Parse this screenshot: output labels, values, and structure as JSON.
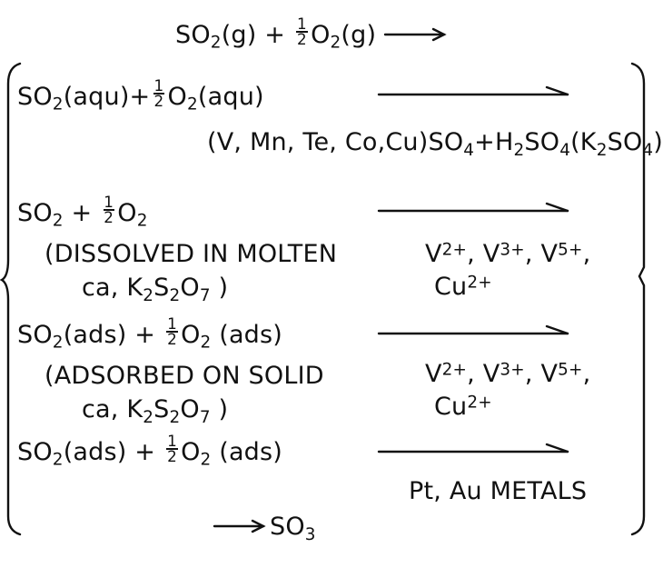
{
  "top_reaction": {
    "so2": "SO",
    "so2_sub": "2",
    "so2_phase": "(g) +",
    "frac_num": "1",
    "frac_den": "2",
    "o2": "O",
    "o2_sub": "2",
    "o2_phase": "(g)"
  },
  "row1": {
    "so2": "SO",
    "so2_sub": "2",
    "so2_phase": "(aqu)+",
    "frac_num": "1",
    "frac_den": "2",
    "o2": "O",
    "o2_sub": "2",
    "o2_phase": "(aqu)",
    "catalyst_a": "(V, Mn, Te, Co,Cu)SO",
    "catalyst_a_sub": "4",
    "catalyst_b": "+H",
    "catalyst_b_sub": "2",
    "catalyst_c": "SO",
    "catalyst_c_sub": "4",
    "catalyst_d": "(K",
    "catalyst_d_sub": "2",
    "catalyst_e": "SO",
    "catalyst_e_sub": "4",
    "catalyst_f": ")"
  },
  "row2": {
    "so2": "SO",
    "so2_sub": "2",
    "plus": " + ",
    "frac_num": "1",
    "frac_den": "2",
    "o2": "O",
    "o2_sub": "2",
    "note_line1": "(DISSOLVED IN MOLTEN",
    "note_line2_a": "ca, K",
    "note_line2_sub1": "2",
    "note_line2_b": "S",
    "note_line2_sub2": "2",
    "note_line2_c": "O",
    "note_line2_sub3": "7",
    "note_line2_d": " )",
    "ions_line1": [
      {
        "base": "V",
        "sup": "2+",
        "sep": ", "
      },
      {
        "base": "V",
        "sup": "3+",
        "sep": ", "
      },
      {
        "base": "V",
        "sup": "5+",
        "sep": ","
      }
    ],
    "ions_line2": {
      "base": "Cu",
      "sup": "2+"
    }
  },
  "row3": {
    "so2": "SO",
    "so2_sub": "2",
    "so2_phase": "(ads) +",
    "frac_num": "1",
    "frac_den": "2",
    "o2": "O",
    "o2_sub": "2",
    "o2_phase": " (ads)",
    "note_line1": "(ADSORBED ON SOLID",
    "note_line2_a": "ca, K",
    "note_line2_sub1": "2",
    "note_line2_b": "S",
    "note_line2_sub2": "2",
    "note_line2_c": "O",
    "note_line2_sub3": "7",
    "note_line2_d": " )",
    "ions_line1": [
      {
        "base": "V",
        "sup": "2+",
        "sep": ", "
      },
      {
        "base": "V",
        "sup": "3+",
        "sep": ", "
      },
      {
        "base": "V",
        "sup": "5+",
        "sep": ","
      }
    ],
    "ions_line2": {
      "base": "Cu",
      "sup": "2+"
    }
  },
  "row4": {
    "so2": "SO",
    "so2_sub": "2",
    "so2_phase": "(ads) +",
    "frac_num": "1",
    "frac_den": "2",
    "o2": "O",
    "o2_sub": "2",
    "o2_phase": " (ads)",
    "catalyst": "Pt, Au METALS"
  },
  "product": {
    "so3": "SO",
    "so3_sub": "3"
  }
}
